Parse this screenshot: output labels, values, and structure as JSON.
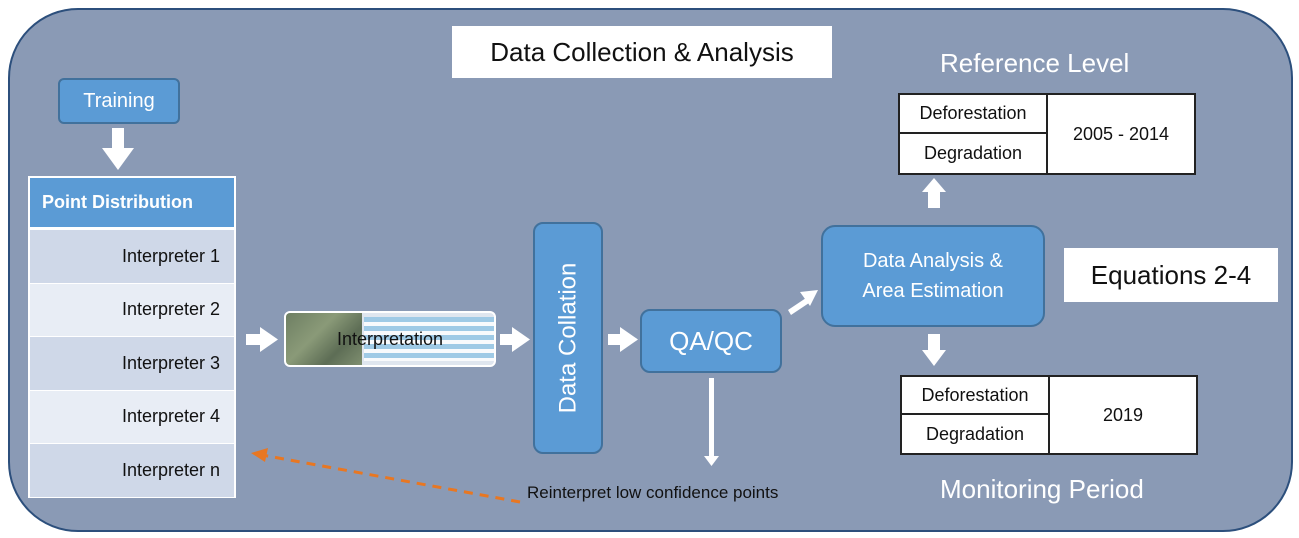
{
  "title": "Data Collection & Analysis",
  "training": {
    "label": "Training"
  },
  "point_distribution": {
    "header": "Point Distribution",
    "interpreters": [
      "Interpreter 1",
      "Interpreter 2",
      "Interpreter 3",
      "Interpreter 4",
      "Interpreter n"
    ]
  },
  "interpretation": {
    "label": "Interpretation"
  },
  "data_collation": {
    "label": "Data Collation"
  },
  "qaqc": {
    "label": "QA/QC"
  },
  "analysis": {
    "line1": "Data Analysis &",
    "line2": "Area Estimation"
  },
  "equations": {
    "label": "Equations 2-4"
  },
  "reference_level": {
    "title": "Reference Level",
    "row1": "Deforestation",
    "row2": "Degradation",
    "period": "2005 - 2014"
  },
  "monitoring_period": {
    "title": "Monitoring Period",
    "row1": "Deforestation",
    "row2": "Degradation",
    "period": "2019"
  },
  "reinterpret": {
    "label": "Reinterpret low confidence points"
  },
  "colors": {
    "panel": "#8a9ab5",
    "box_blue": "#5b9bd5",
    "feedback_arrow": "#e87722"
  }
}
